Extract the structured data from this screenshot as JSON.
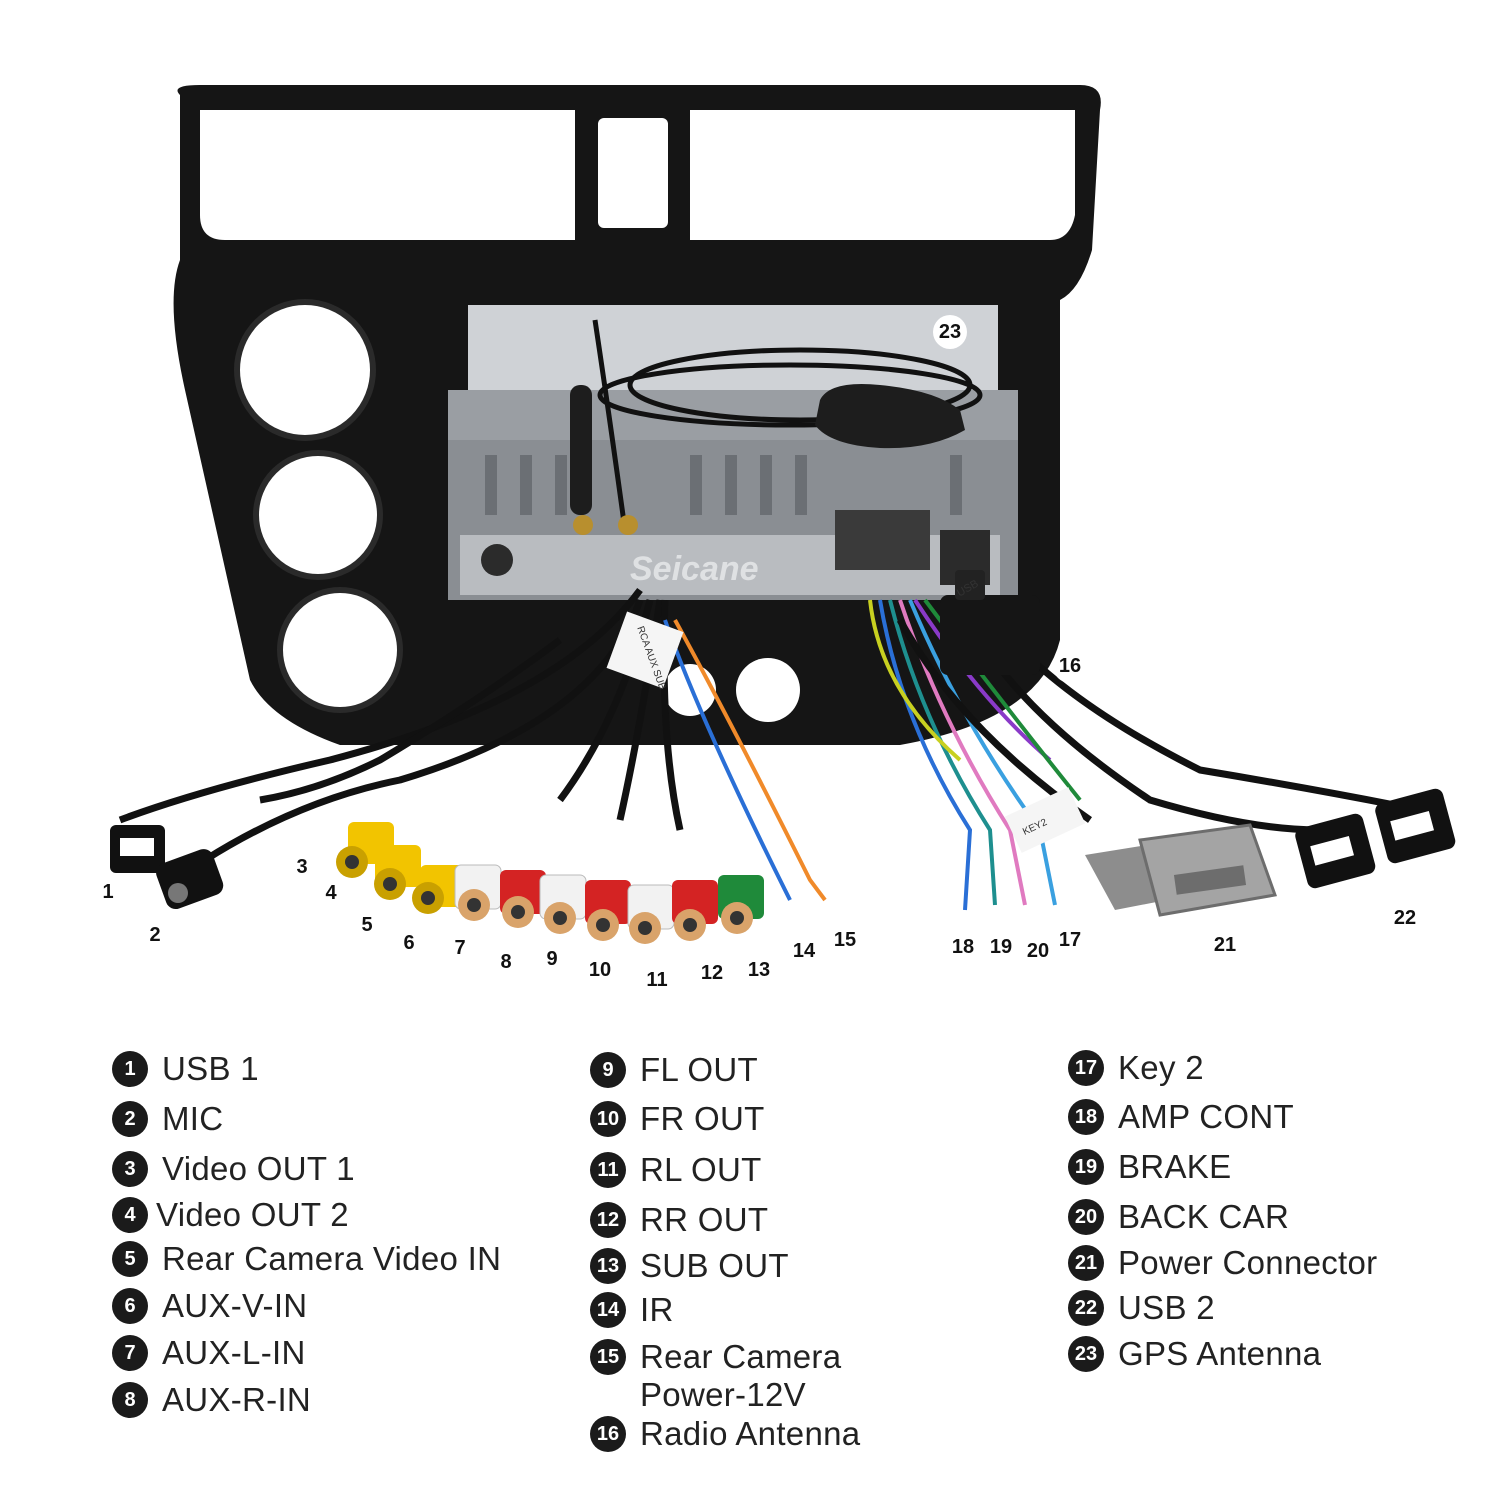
{
  "watermark": "Seicane",
  "diagram": {
    "connector_tags": {
      "rca": "RCA AUX SUB",
      "key": "KEY2",
      "usb": "USB"
    },
    "callouts": [
      "1",
      "2",
      "3",
      "4",
      "5",
      "6",
      "7",
      "8",
      "9",
      "10",
      "11",
      "12",
      "13",
      "14",
      "15",
      "16",
      "17",
      "18",
      "19",
      "20",
      "21",
      "22",
      "23"
    ]
  },
  "legend": {
    "columns": [
      [
        {
          "num": "1",
          "label": "USB 1"
        },
        {
          "num": "2",
          "label": "MIC"
        },
        {
          "num": "3",
          "label": "Video OUT 1"
        },
        {
          "num": "4",
          "label": "Video OUT 2"
        },
        {
          "num": "5",
          "label": "Rear Camera Video IN"
        },
        {
          "num": "6",
          "label": "AUX-V-IN"
        },
        {
          "num": "7",
          "label": "AUX-L-IN"
        },
        {
          "num": "8",
          "label": "AUX-R-IN"
        }
      ],
      [
        {
          "num": "9",
          "label": "FL OUT"
        },
        {
          "num": "10",
          "label": "FR OUT"
        },
        {
          "num": "11",
          "label": "RL OUT"
        },
        {
          "num": "12",
          "label": "RR OUT"
        },
        {
          "num": "13",
          "label": "SUB OUT"
        },
        {
          "num": "14",
          "label": "IR"
        },
        {
          "num": "15",
          "label": "Rear Camera\nPower-12V"
        },
        {
          "num": "16",
          "label": "Radio Antenna"
        }
      ],
      [
        {
          "num": "17",
          "label": "Key 2"
        },
        {
          "num": "18",
          "label": "AMP CONT"
        },
        {
          "num": "19",
          "label": "BRAKE"
        },
        {
          "num": "20",
          "label": "BACK CAR"
        },
        {
          "num": "21",
          "label": "Power Connector"
        },
        {
          "num": "22",
          "label": "USB 2"
        },
        {
          "num": "23",
          "label": "GPS Antenna"
        }
      ]
    ]
  },
  "colors": {
    "frame": "#151515",
    "chassis": "#9a9ea3",
    "rca_yellow": "#f2c400",
    "rca_white": "#f2f2f2",
    "rca_red": "#d42323",
    "rca_green": "#1f8a3a",
    "wire_blue": "#2a6fd6",
    "wire_orange": "#f08a2a",
    "connector_grey": "#8d8d8d"
  }
}
